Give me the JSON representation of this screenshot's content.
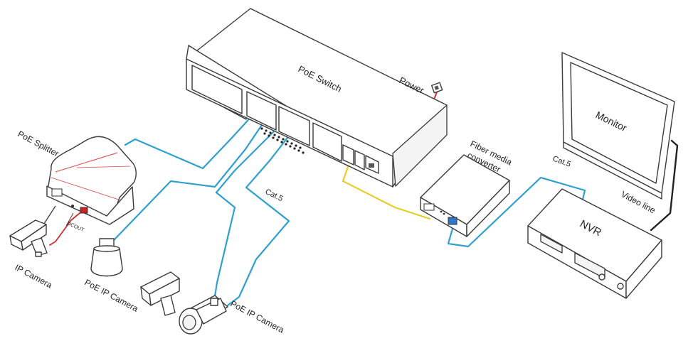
{
  "labels": {
    "poe_switch": "PoE Switch",
    "power": "Power",
    "poe_splitter": "PoE Splitter",
    "dcout": "DCOUT",
    "ip_camera": "IP Camera",
    "poe_ip_camera_1": "PoE IP Camera",
    "poe_ip_camera_2": "PoE IP Camera",
    "cat5_left": "Cat.5",
    "cat5_right": "Cat.5",
    "fiber_converter_line1": "Fiber media",
    "fiber_converter_line2": "converter",
    "monitor": "Monitor",
    "nvr": "NVR",
    "video_line": "Video line"
  },
  "colors": {
    "cat5_cable": "#2f9fd0",
    "fiber_cable": "#e8cc2a",
    "power_cable": "#d22c2c",
    "video_cable": "#222222",
    "outline": "#3a3a3a"
  }
}
